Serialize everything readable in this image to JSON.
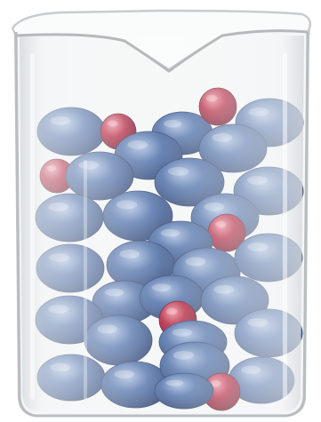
{
  "colors": {
    "background": "#ffffff",
    "glass_edge": "#bfc3c6",
    "glass_fill": "#eef0f1",
    "large_particle": "#4f70a9",
    "large_particle_highlight": "#a8bddf",
    "large_particle_shadow": "#2f4573",
    "small_particle": "#b3233e",
    "small_particle_highlight": "#ef8d9c",
    "small_particle_shadow": "#6e1225"
  },
  "icons": {
    "container": "beaker-icon",
    "large_particle": "blue-ellipsoid-particle",
    "small_particle": "red-sphere-particle"
  },
  "particle_counts": {
    "large_blue": 30,
    "small_red": 6
  }
}
